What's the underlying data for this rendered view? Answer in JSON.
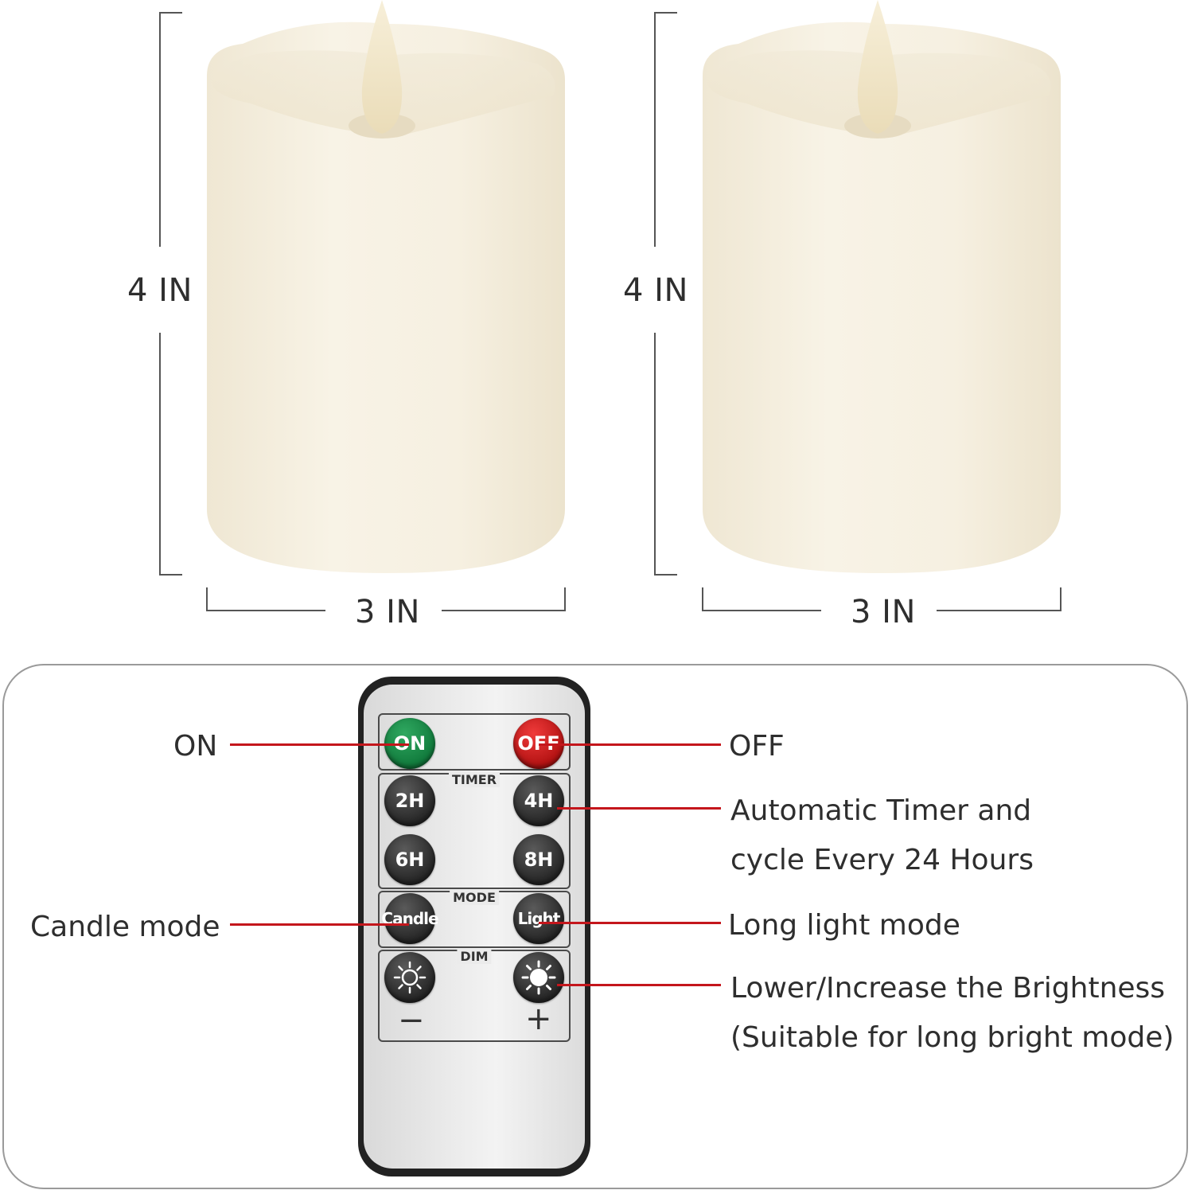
{
  "dimensions": {
    "height_label": "4 IN",
    "width_label": "3 IN"
  },
  "remote": {
    "buttons": {
      "on": "ON",
      "off": "OFF",
      "timer_title": "TIMER",
      "t2": "2H",
      "t4": "4H",
      "t6": "6H",
      "t8": "8H",
      "mode_title": "MODE",
      "candle": "Candle",
      "light": "Light",
      "dim_title": "DIM",
      "minus": "−",
      "plus": "+"
    }
  },
  "callouts": {
    "on": "ON",
    "off": "OFF",
    "timer_line1": "Automatic Timer and",
    "timer_line2": "cycle Every 24 Hours",
    "candle_mode": "Candle mode",
    "light_mode": "Long light mode",
    "brightness_line1": "Lower/Increase the Brightness",
    "brightness_line2": "(Suitable for long bright mode)"
  },
  "colors": {
    "callout_line": "#c4161c",
    "candle_wax": "#f5efdf",
    "on_button": "#1a8a47",
    "off_button": "#d11e1e"
  }
}
